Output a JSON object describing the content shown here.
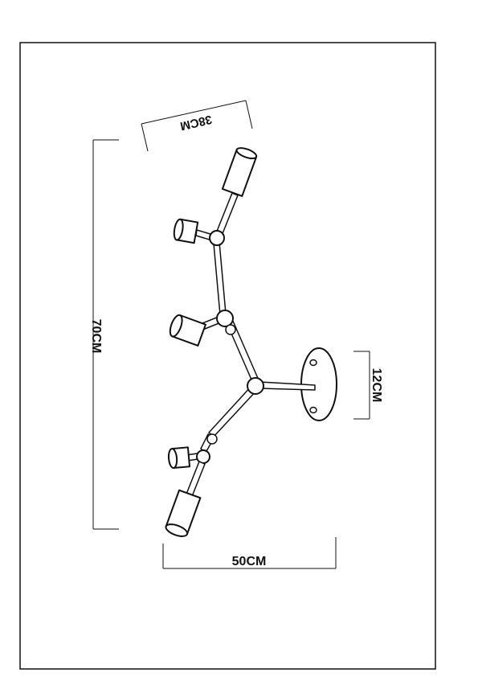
{
  "colors": {
    "line": "#111111",
    "background": "#ffffff"
  },
  "dimensions": {
    "width": "50CM",
    "height": "70CM",
    "depth": "38CM",
    "base": "12CM"
  }
}
